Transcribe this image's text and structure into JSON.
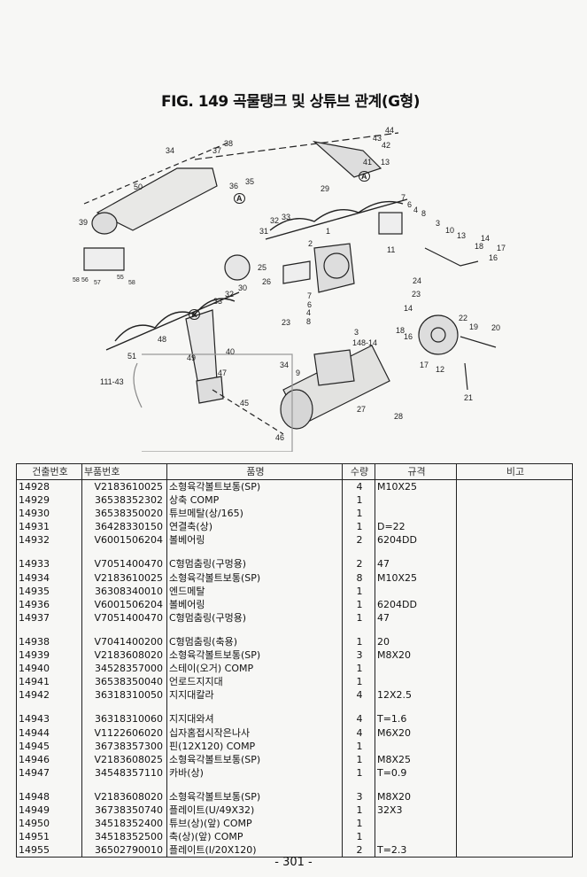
{
  "title": "FIG. 149 곡물탱크 및 상튜브 관계(G형)",
  "callouts": [
    "44",
    "43",
    "42",
    "41",
    "13",
    "34",
    "37",
    "38",
    "36",
    "35",
    "50",
    "29",
    "7",
    "6",
    "4",
    "8",
    "3",
    "10",
    "13",
    "14",
    "18",
    "17",
    "16",
    "39",
    "31",
    "32",
    "33",
    "1",
    "2",
    "11",
    "25",
    "26",
    "30",
    "32",
    "33",
    "58",
    "56",
    "57",
    "55",
    "58",
    "24",
    "23",
    "7",
    "6",
    "4",
    "8",
    "23",
    "14",
    "22",
    "19",
    "20",
    "3",
    "148-14",
    "18",
    "16",
    "48",
    "49",
    "40",
    "51",
    "17",
    "12",
    "34",
    "9",
    "111-43",
    "47",
    "27",
    "21",
    "45",
    "28",
    "46",
    "A",
    "A",
    "A"
  ],
  "table": {
    "headers": [
      "건출번호",
      "부품번호",
      "품명",
      "수량",
      "규격",
      "비고"
    ],
    "groups": [
      [
        [
          "14928",
          "V2183610025",
          "소형육각볼트보통(SP)",
          "4",
          "M10X25"
        ],
        [
          "14929",
          "36538352302",
          "상축 COMP",
          "1",
          ""
        ],
        [
          "14930",
          "36538350020",
          "튜브메탈(상/165)",
          "1",
          ""
        ],
        [
          "14931",
          "36428330150",
          "연결축(상)",
          "1",
          "D=22"
        ],
        [
          "14932",
          "V6001506204",
          "볼베어링",
          "2",
          "6204DD"
        ]
      ],
      [
        [
          "14933",
          "V7051400470",
          "C형멈춤링(구멍용)",
          "2",
          "47"
        ],
        [
          "14934",
          "V2183610025",
          "소형육각볼트보통(SP)",
          "8",
          "M10X25"
        ],
        [
          "14935",
          "36308340010",
          "엔드메탈",
          "1",
          ""
        ],
        [
          "14936",
          "V6001506204",
          "볼베어링",
          "1",
          "6204DD"
        ],
        [
          "14937",
          "V7051400470",
          "C형멈춤링(구멍용)",
          "1",
          "47"
        ]
      ],
      [
        [
          "14938",
          "V7041400200",
          "C형멈춤링(축용)",
          "1",
          "20"
        ],
        [
          "14939",
          "V2183608020",
          "소형육각볼트보통(SP)",
          "3",
          "M8X20"
        ],
        [
          "14940",
          "34528357000",
          "스테이(오거) COMP",
          "1",
          ""
        ],
        [
          "14941",
          "36538350040",
          "언로드지지대",
          "1",
          ""
        ],
        [
          "14942",
          "36318310050",
          "지지대칼라",
          "4",
          "12X2.5"
        ]
      ],
      [
        [
          "14943",
          "36318310060",
          "지지대와셔",
          "4",
          "T=1.6"
        ],
        [
          "14944",
          "V1122606020",
          "십자홈접시작은나사",
          "4",
          "M6X20"
        ],
        [
          "14945",
          "36738357300",
          "핀(12X120) COMP",
          "1",
          ""
        ],
        [
          "14946",
          "V2183608025",
          "소형육각볼트보통(SP)",
          "1",
          "M8X25"
        ],
        [
          "14947",
          "34548357110",
          "카바(상)",
          "1",
          "T=0.9"
        ]
      ],
      [
        [
          "14948",
          "V2183608020",
          "소형육각볼트보통(SP)",
          "3",
          "M8X20"
        ],
        [
          "14949",
          "36738350740",
          "플레이트(U/49X32)",
          "1",
          "32X3"
        ],
        [
          "14950",
          "34518352400",
          "튜브(상)(앞) COMP",
          "1",
          ""
        ],
        [
          "14951",
          "34518352500",
          "축(상)(앞) COMP",
          "1",
          ""
        ],
        [
          "14955",
          "36502790010",
          "플레이트(I/20X120)",
          "2",
          "T=2.3"
        ]
      ]
    ]
  },
  "page_number": "- 301 -"
}
